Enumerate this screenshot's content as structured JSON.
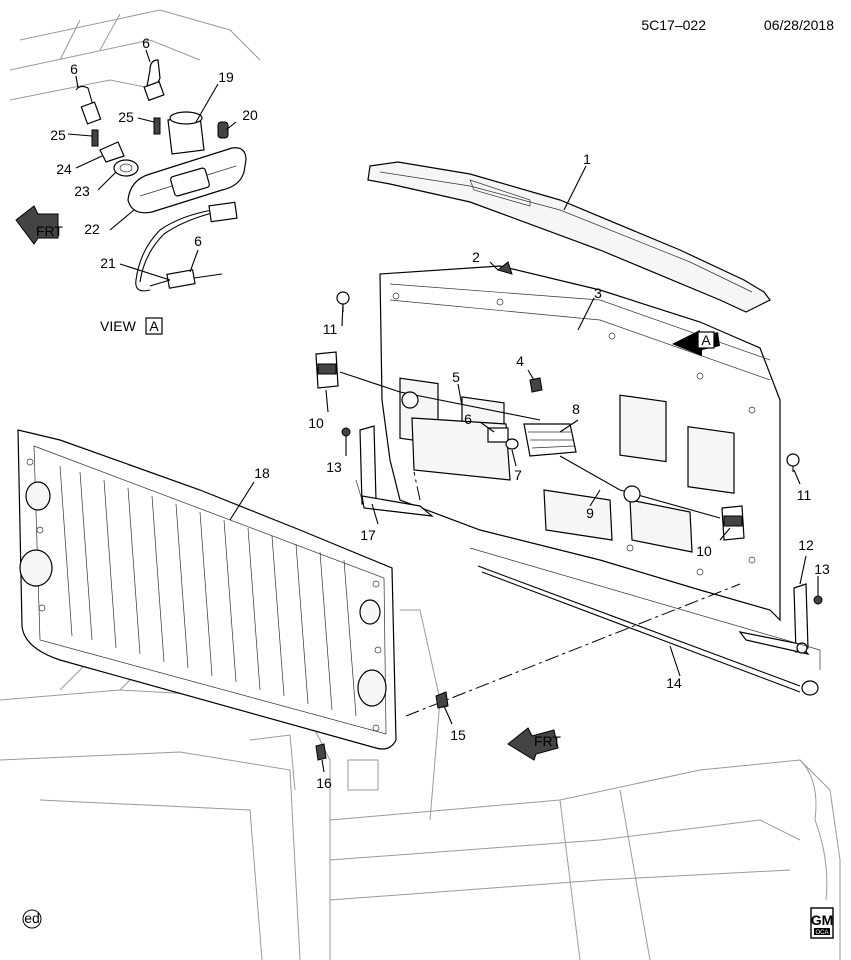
{
  "header": {
    "ref_code": "5C17–022",
    "date": "06/28/2018"
  },
  "view_label": {
    "text": "VIEW",
    "letter": "A"
  },
  "view_arrow_letter": "A",
  "frt_label": "FRT",
  "callouts": {
    "c1": "1",
    "c2": "2",
    "c3": "3",
    "c4": "4",
    "c5": "5",
    "c6a": "6",
    "c6b": "6",
    "c6c": "6",
    "c6d": "6",
    "c7": "7",
    "c8": "8",
    "c9": "9",
    "c10a": "10",
    "c10b": "10",
    "c11a": "11",
    "c11b": "11",
    "c12": "12",
    "c13a": "13",
    "c13b": "13",
    "c14": "14",
    "c15": "15",
    "c16": "16",
    "c17": "17",
    "c18": "18",
    "c19": "19",
    "c20": "20",
    "c21": "21",
    "c22": "22",
    "c23": "23",
    "c24": "24",
    "c25a": "25",
    "c25b": "25"
  },
  "footer": {
    "ed_mark": "ed",
    "logo_text": "GM",
    "logo_sub": "OCA"
  }
}
